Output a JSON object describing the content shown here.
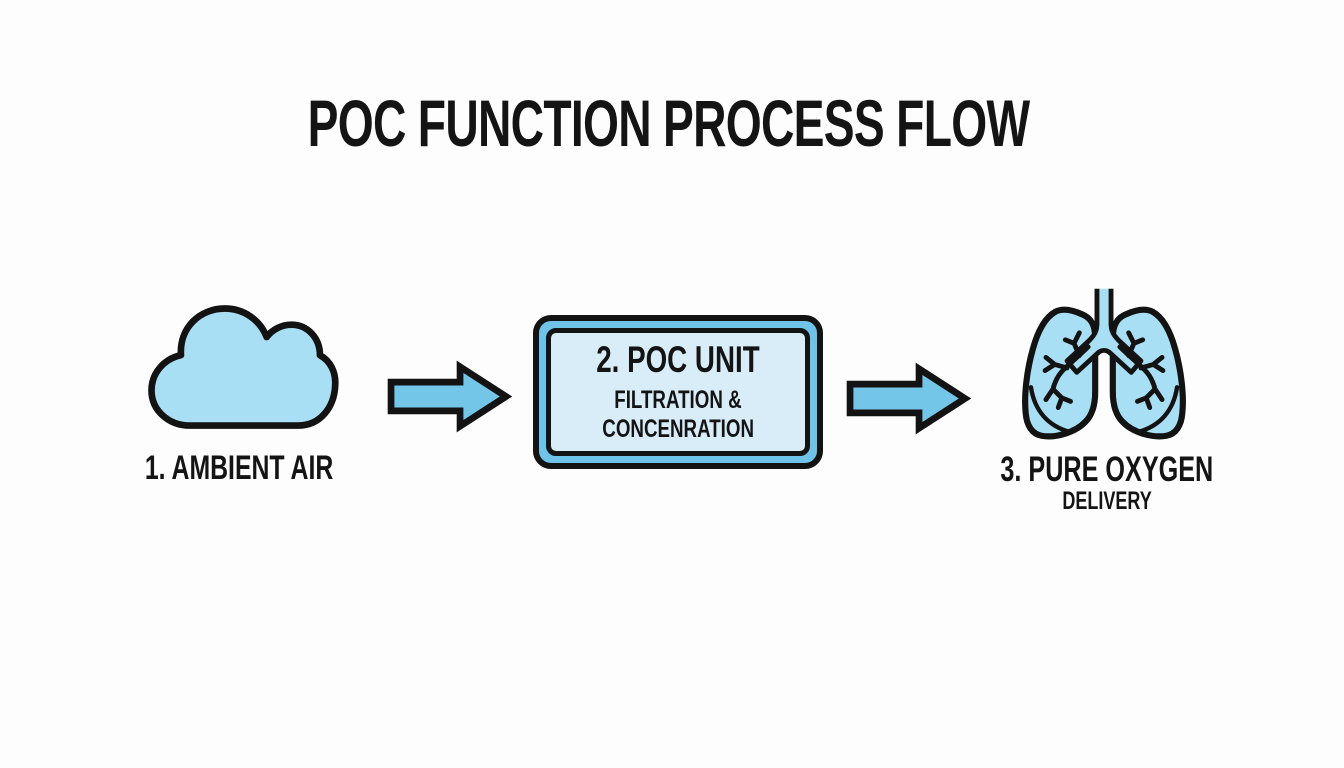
{
  "title": "POC FUNCTION PROCESS FLOW",
  "flow": {
    "step1": {
      "label": "1. AMBIENT AIR",
      "icon": "cloud"
    },
    "connector1": {
      "icon": "arrow-right"
    },
    "step2": {
      "heading": "2. POC UNIT",
      "sub_line1": "FILTRATION &",
      "sub_line2": "CONCENRATION"
    },
    "connector2": {
      "icon": "arrow-right"
    },
    "step3": {
      "label_line1": "3. PURE OXYGEN",
      "label_line2": "DELIVERY",
      "icon": "lungs"
    }
  },
  "colors": {
    "background": "#FDFDFD",
    "outline": "#131313",
    "icon_fill_light_blue": "#A8DFF4",
    "arrow_fill": "#74C6E9",
    "box_frame_fill": "#6FC3E9",
    "box_inner_fill": "#D8EDF8",
    "text": "#141414"
  }
}
